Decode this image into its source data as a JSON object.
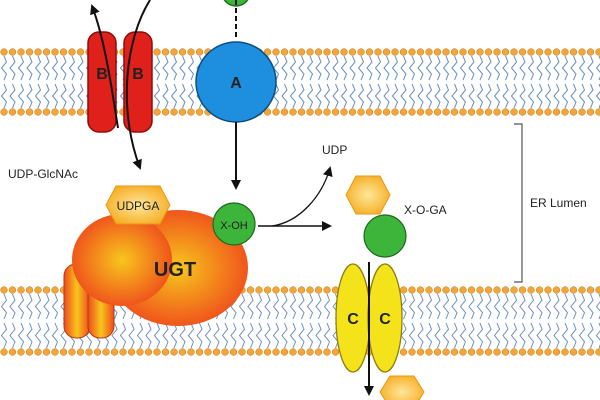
{
  "labels": {
    "transporter_b_left": "B",
    "transporter_b_right": "B",
    "enzyme_a": "A",
    "udp_glcnac": "UDP-GlcNAc",
    "udpga": "UDPGA",
    "ugt": "UGT",
    "x_oh": "X-OH",
    "udp": "UDP",
    "x_o_ga": "X-O-GA",
    "transporter_c_left": "C",
    "transporter_c_right": "C",
    "er_lumen": "ER Lumen"
  },
  "colors": {
    "membrane_head": "#f3a53a",
    "membrane_tail": "#6a8fc0",
    "transporter_b": "#e0201b",
    "enzyme_a": "#1e8fde",
    "green_molecule": "#3db43a",
    "udpga_hexagon": "#f6b21c",
    "ugt_enzyme": "#f0551c",
    "transporter_c": "#f4e21a"
  }
}
